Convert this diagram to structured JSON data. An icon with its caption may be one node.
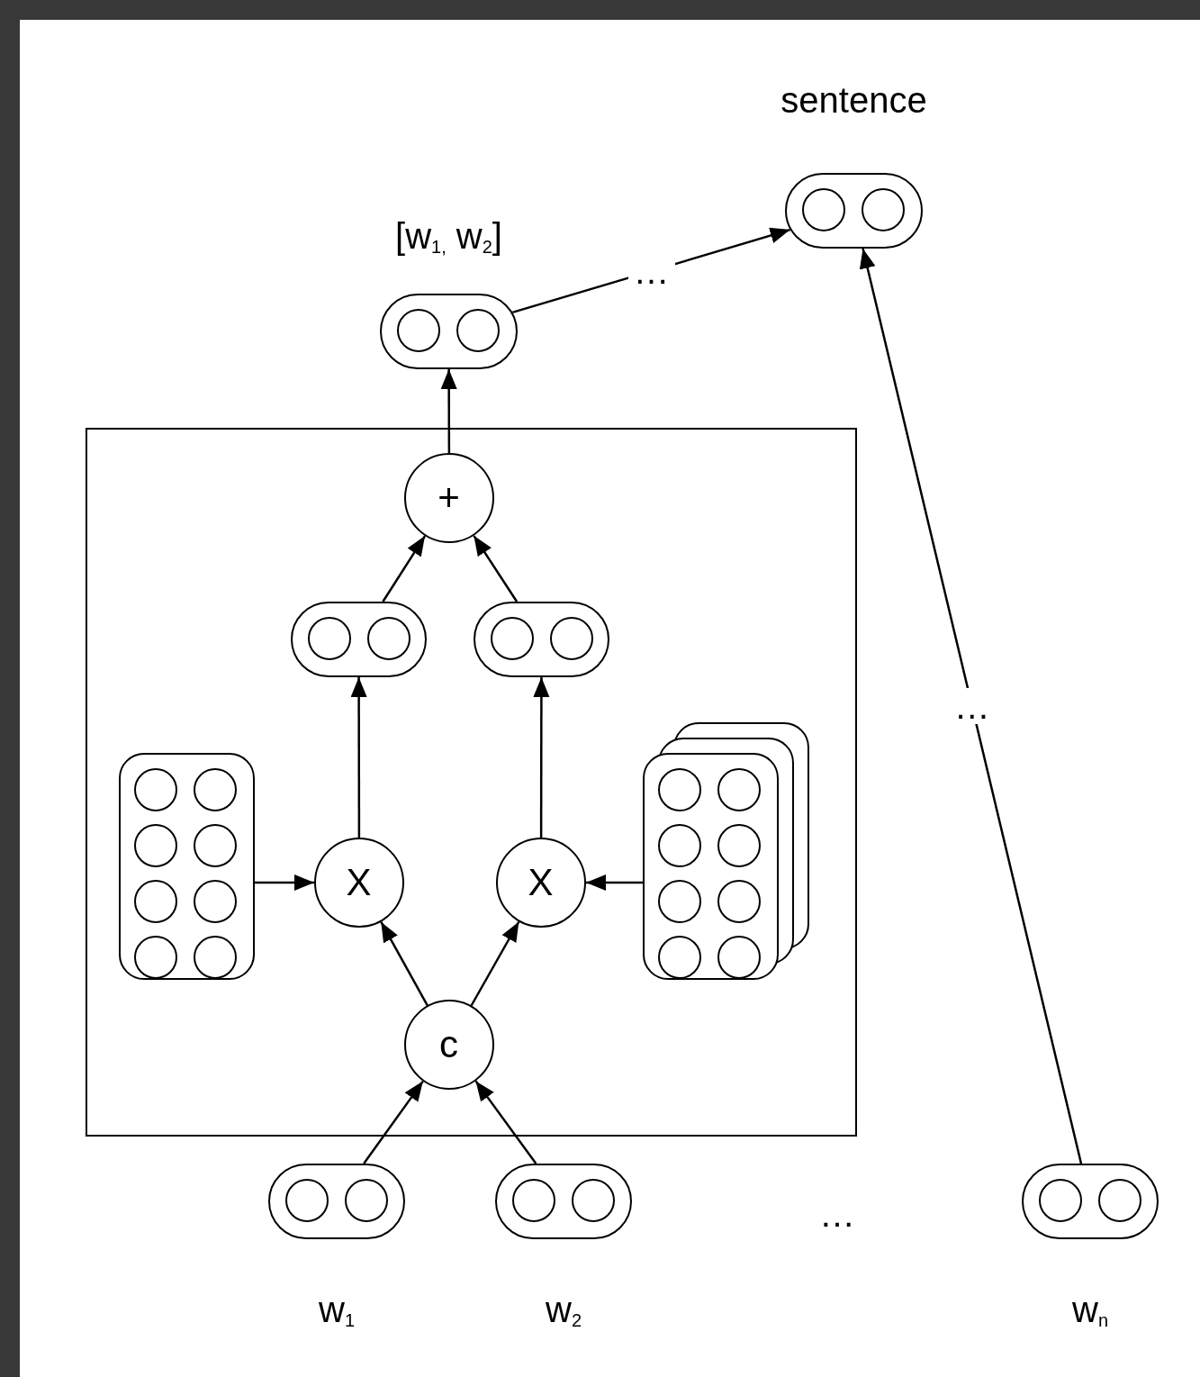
{
  "diagram": {
    "nodes": [
      {
        "text": [],
        "shape": "box"
      },
      {
        "text": [
          "+"
        ],
        "in": 0
      },
      {
        "text": [],
        "shape": "pill",
        "in": 0
      },
      {
        "text": [],
        "shape": "pill",
        "in": 0
      },
      {
        "text": [],
        "shape": "grid",
        "in": 0
      },
      {
        "text": [
          "X"
        ],
        "in": 0
      },
      {
        "text": [
          "X"
        ],
        "in": 0
      },
      {
        "text": [],
        "shape": "stack",
        "in": 0
      },
      {
        "text": [
          "c"
        ],
        "in": 0
      },
      {
        "text": [
          "[w$_{1,}$ w$_{2}$]"
        ]
      },
      {
        "text": [
          "sentence"
        ]
      },
      {
        "text": [
          "w$_{1}$"
        ]
      },
      {
        "text": [
          "w$_{2}$"
        ]
      },
      {
        "text": [
          "w$_{n}$"
        ]
      }
    ],
    "edges": [
      {
        "from": 11,
        "to": 8,
        "arrow": "to"
      },
      {
        "from": 12,
        "to": 8,
        "arrow": "to"
      },
      {
        "from": 8,
        "to": 5,
        "arrow": "to"
      },
      {
        "from": 8,
        "to": 6,
        "arrow": "to"
      },
      {
        "from": 4,
        "to": 5,
        "arrow": "to"
      },
      {
        "from": 7,
        "to": 6,
        "arrow": "to"
      },
      {
        "from": 5,
        "to": 2,
        "arrow": "to"
      },
      {
        "from": 6,
        "to": 3,
        "arrow": "to"
      },
      {
        "from": 2,
        "to": 1,
        "arrow": "to"
      },
      {
        "from": 3,
        "to": 1,
        "arrow": "to"
      },
      {
        "from": 1,
        "to": 9,
        "arrow": "to"
      },
      {
        "from": 9,
        "to": 10,
        "arrow": "to",
        "label": "…"
      },
      {
        "from": 13,
        "to": 10,
        "arrow": "to",
        "label": "…"
      }
    ],
    "labels": [
      "…"
    ]
  }
}
